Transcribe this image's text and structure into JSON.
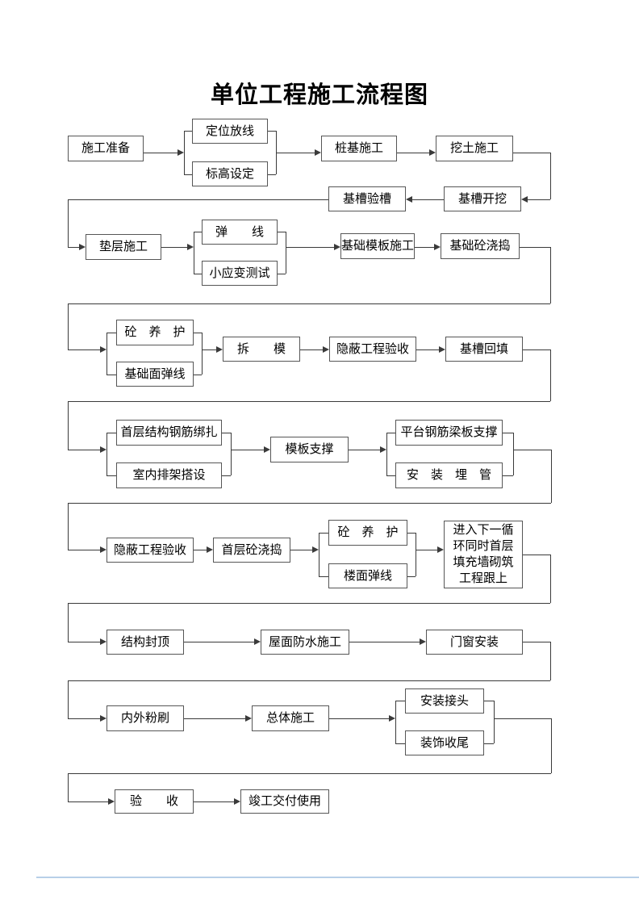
{
  "title": "单位工程施工流程图",
  "colors": {
    "line": "#3a3a3a",
    "box_border": "#565656",
    "text": "#000000",
    "footer_rule": "#b7cfe8"
  },
  "nodes": {
    "prep": "施工准备",
    "layout_setout": "定位放线",
    "elevation_setting": "标高设定",
    "pile_construction": "桩基施工",
    "earth_excavation": "挖土施工",
    "trench_excavation": "基槽开挖",
    "trench_inspection": "基槽验槽",
    "cushion_construction": "垫层施工",
    "snap_line": "弹　　线",
    "strain_test": "小应变测试",
    "foundation_formwork": "基础模板施工",
    "foundation_concrete": "基础砼浇捣",
    "concrete_curing_1": "砼　养　护",
    "foundation_surface_line": "基础面弹线",
    "formwork_removal": "拆　　模",
    "concealed_inspection_1": "隐蔽工程验收",
    "trench_backfill": "基槽回填",
    "first_floor_rebar": "首层结构钢筋绑扎",
    "indoor_scaffolding": "室内排架搭设",
    "formwork_support": "模板支撑",
    "platform_rebar_support": "平台钢筋梁板支撑",
    "embedded_pipes": "安　装　埋　管",
    "concealed_inspection_2": "隐蔽工程验收",
    "first_floor_concrete": "首层砼浇捣",
    "concrete_curing_2": "砼　养　护",
    "floor_snap_line": "楼面弹线",
    "next_cycle": "进入下一循环同时首层填充墙砌筑工程跟上",
    "structure_topping": "结构封顶",
    "roof_waterproofing": "屋面防水施工",
    "door_window_install": "门窗安装",
    "interior_exterior_plaster": "内外粉刷",
    "overall_construction": "总体施工",
    "joint_installation": "安装接头",
    "decoration_closeout": "装饰收尾",
    "acceptance": "验　　收",
    "completion_handover": "竣工交付使用"
  }
}
